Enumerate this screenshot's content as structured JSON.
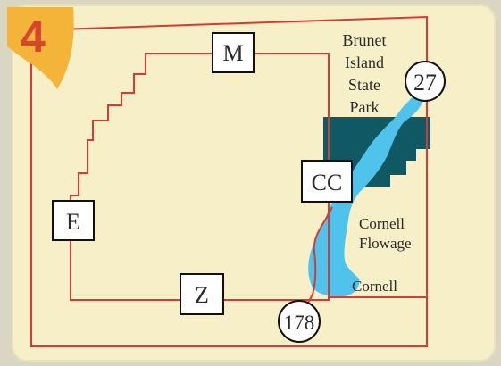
{
  "map": {
    "badge_number": "4",
    "place_labels": {
      "park_line1": "Brunet",
      "park_line2": "Island",
      "park_line3": "State",
      "park_line4": "Park",
      "flowage_line1": "Cornell",
      "flowage_line2": "Flowage",
      "town": "Cornell"
    },
    "county_routes": [
      "M",
      "CC",
      "E",
      "Z"
    ],
    "state_highways": [
      "27",
      "178"
    ],
    "colors": {
      "background": "#f6efc7",
      "frame": "#d9d7c4",
      "route_line": "#d83a34",
      "water": "#4fc3ec",
      "park": "#0f5864",
      "badge": "#f4b43a",
      "badge_number": "#d8452e"
    }
  }
}
